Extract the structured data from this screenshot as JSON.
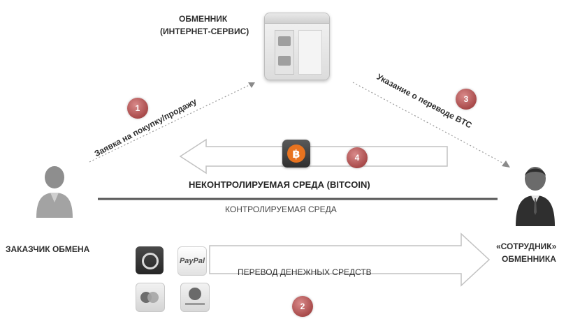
{
  "nodes": {
    "exchanger_line1": "ОБМЕННИК",
    "exchanger_line2": "(ИНТЕРНЕТ-СЕРВИС)",
    "customer": "ЗАКАЗЧИК ОБМЕНА",
    "employee_line1": "«СОТРУДНИК»",
    "employee_line2": "ОБМЕННИКА"
  },
  "steps": {
    "step1_num": "1",
    "step1_text": "Заявка на покупку/продажу",
    "step2_num": "2",
    "step2_text": "ПЕРЕВОД ДЕНЕЖНЫХ СРЕДСТВ",
    "step3_num": "3",
    "step3_text": "Указание о переводе BTC",
    "step4_num": "4"
  },
  "zones": {
    "uncontrolled": "НЕКОНТРОЛИРУЕМАЯ СРЕДА (BITCOIN)",
    "controlled": "КОНТРОЛИРУЕМАЯ СРЕДА"
  },
  "icons": {
    "bitcoin": "bitcoin-icon",
    "paypal_text": "PayPal",
    "qiwi": "qiwi-icon",
    "mastercard": "mastercard-icon",
    "webmoney": "webmoney-icon",
    "browser": "browser-window-icon",
    "customer_avatar": "person-icon",
    "employee_avatar": "businessman-icon"
  },
  "colors": {
    "badge": "#a84a4a",
    "divider": "#555555",
    "arrow_outline": "#bdbdbd",
    "bitcoin_orange": "#e8731f"
  }
}
